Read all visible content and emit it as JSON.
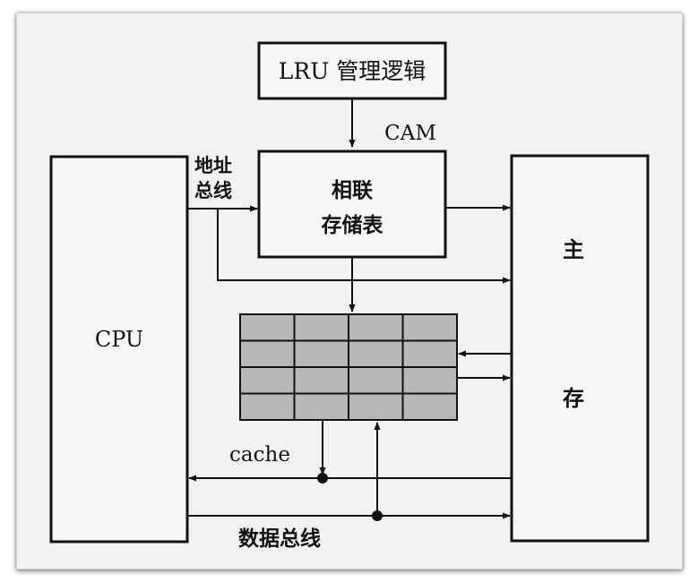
{
  "blocks": {
    "lru": "LRU 管理逻辑",
    "cam": "CAM",
    "assoc_line1": "相联",
    "assoc_line2": "存储表",
    "cpu": "CPU",
    "mem_line1": "主",
    "mem_line2": "存",
    "addr_bus_line1": "地址",
    "addr_bus_line2": "总线",
    "cache": "cache",
    "data_bus": "数据总线"
  },
  "colors": {
    "line": "#111111",
    "cache_fill": "#b8b8b8",
    "frame_bg": "#f2f2f2"
  },
  "cache_grid": {
    "rows": 4,
    "cols": 4
  }
}
